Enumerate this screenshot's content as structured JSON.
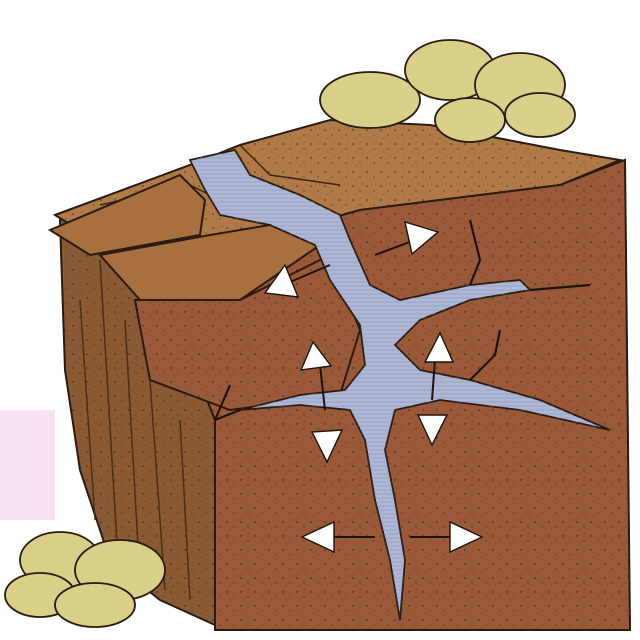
{
  "figure": {
    "subject": "frost-wedging-weathering",
    "colors": {
      "background": "#ffffff",
      "rock_face": "#9a5a3a",
      "rock_top": "#b07a48",
      "rock_side": "#8a5a34",
      "ice": "#aeb8d6",
      "boulder": "#d8cf88",
      "arrow": "#ffffff"
    },
    "expansion_arrows": [
      {
        "id": "upper-right",
        "direction": "up-right"
      },
      {
        "id": "upper-left",
        "direction": "down-left"
      },
      {
        "id": "mid-left",
        "direction": "vertical-both"
      },
      {
        "id": "mid-right",
        "direction": "vertical-both"
      },
      {
        "id": "bottom",
        "direction": "horizontal-both"
      }
    ]
  }
}
